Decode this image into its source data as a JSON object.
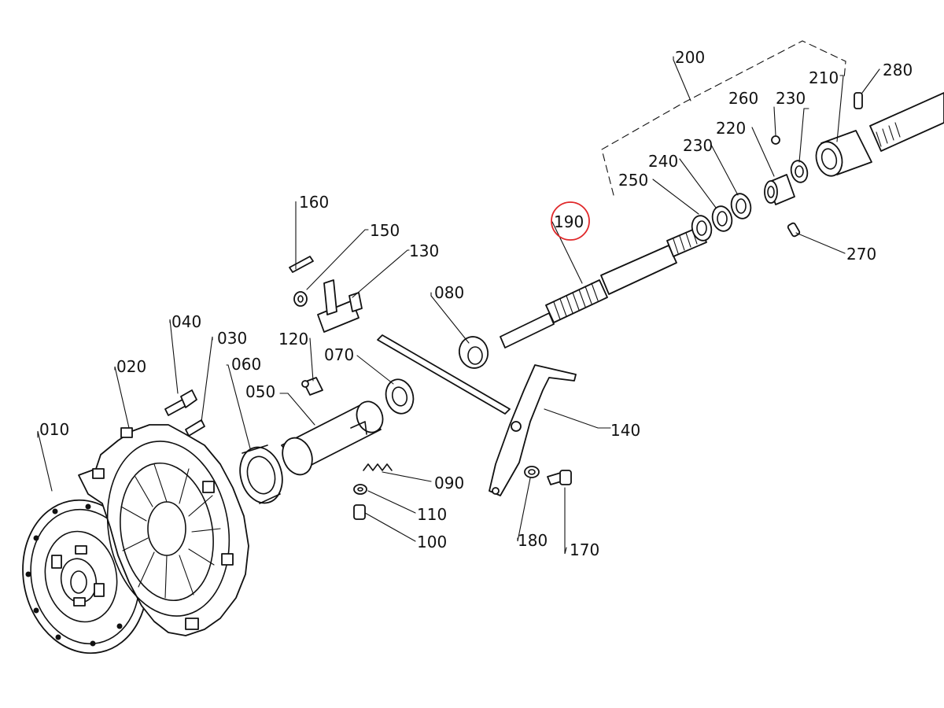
{
  "parts": {
    "p010": "010",
    "p020": "020",
    "p030": "030",
    "p040": "040",
    "p050": "050",
    "p060": "060",
    "p070": "070",
    "p080": "080",
    "p090": "090",
    "p100": "100",
    "p110": "110",
    "p120": "120",
    "p130": "130",
    "p140": "140",
    "p150": "150",
    "p160": "160",
    "p170": "170",
    "p180": "180",
    "p190": "190",
    "p200": "200",
    "p210": "210",
    "p220": "220",
    "p230a": "230",
    "p230b": "230",
    "p240": "240",
    "p250": "250",
    "p260": "260",
    "p270": "270",
    "p280": "280"
  },
  "highlight": {
    "part": "190",
    "color": "#e0282a"
  }
}
